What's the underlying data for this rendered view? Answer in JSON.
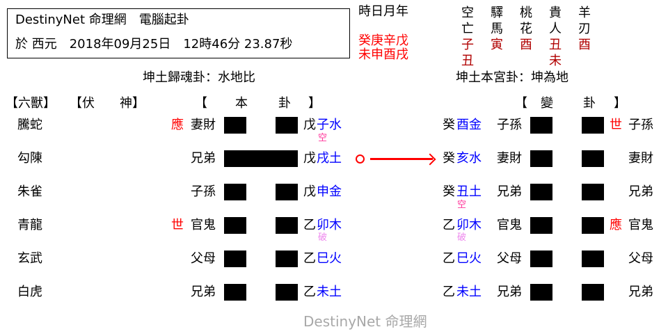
{
  "header": {
    "title": "DestinyNet 命理網　電腦起卦",
    "datetime": "於 西元　2018年09月25日　12時46分 23.87秒"
  },
  "ganzhi": {
    "label": "時日月年",
    "stems": "癸庚辛戊",
    "branches": "未申酉戌"
  },
  "shensha": {
    "columns": [
      {
        "name1": "空",
        "name2": "亡",
        "values": [
          "子",
          "丑"
        ]
      },
      {
        "name1": "驛",
        "name2": "馬",
        "values": [
          "寅"
        ]
      },
      {
        "name1": "桃",
        "name2": "花",
        "values": [
          "酉"
        ]
      },
      {
        "name1": "貴",
        "name2": "人",
        "values": [
          "丑",
          "未"
        ]
      },
      {
        "name1": "羊",
        "name2": "刃",
        "values": [
          "酉"
        ]
      }
    ]
  },
  "hexagrams": {
    "main_title": "坤土歸魂卦：水地比",
    "changed_title": "坤土本宮卦：坤為地"
  },
  "headers": {
    "six_beasts": "【六獸】",
    "fushen": "【伏　　神】",
    "main_open": "【",
    "main_ben": "本",
    "main_gua": "卦",
    "main_close": "】",
    "changed_open": "【",
    "changed_bian": "變",
    "changed_gua": "卦",
    "changed_close": "】"
  },
  "rows": [
    {
      "beast": "騰蛇",
      "marker": "應",
      "relation": "妻財",
      "yao": "yin",
      "stem": "戊",
      "branch": "子水",
      "note": "空",
      "note_type": "empty",
      "changed_stem": "癸",
      "changed_branch": "酉金",
      "changed_note": "",
      "changed_relation": "子孫",
      "changed_yao": "yin",
      "changed_marker": "世",
      "changed_rel2": "子孫",
      "moving": false
    },
    {
      "beast": "勾陳",
      "marker": "",
      "relation": "兄弟",
      "yao": "yang",
      "stem": "戊",
      "branch": "戌土",
      "note": "",
      "note_type": "",
      "changed_stem": "癸",
      "changed_branch": "亥水",
      "changed_note": "",
      "changed_relation": "妻財",
      "changed_yao": "yin",
      "changed_marker": "",
      "changed_rel2": "妻財",
      "moving": true,
      "moving_symbol": "○"
    },
    {
      "beast": "朱雀",
      "marker": "",
      "relation": "子孫",
      "yao": "yin",
      "stem": "戊",
      "branch": "申金",
      "note": "",
      "note_type": "",
      "changed_stem": "癸",
      "changed_branch": "丑土",
      "changed_note": "空",
      "changed_relation": "兄弟",
      "changed_yao": "yin",
      "changed_marker": "",
      "changed_rel2": "兄弟",
      "moving": false
    },
    {
      "beast": "青龍",
      "marker": "世",
      "relation": "官鬼",
      "yao": "yin",
      "stem": "乙",
      "branch": "卯木",
      "note": "破",
      "note_type": "broken",
      "changed_stem": "乙",
      "changed_branch": "卯木",
      "changed_note": "破",
      "changed_relation": "官鬼",
      "changed_yao": "yin",
      "changed_marker": "應",
      "changed_rel2": "官鬼",
      "moving": false
    },
    {
      "beast": "玄武",
      "marker": "",
      "relation": "父母",
      "yao": "yin",
      "stem": "乙",
      "branch": "巳火",
      "note": "",
      "note_type": "",
      "changed_stem": "乙",
      "changed_branch": "巳火",
      "changed_note": "",
      "changed_relation": "父母",
      "changed_yao": "yin",
      "changed_marker": "",
      "changed_rel2": "父母",
      "moving": false
    },
    {
      "beast": "白虎",
      "marker": "",
      "relation": "兄弟",
      "yao": "yin",
      "stem": "乙",
      "branch": "未土",
      "note": "",
      "note_type": "",
      "changed_stem": "乙",
      "changed_branch": "未土",
      "changed_note": "",
      "changed_relation": "兄弟",
      "changed_yao": "yin",
      "changed_marker": "",
      "changed_rel2": "兄弟",
      "moving": false
    }
  ],
  "footer": {
    "watermark": "DestinyNet 命理網"
  },
  "colors": {
    "red": "#ff0000",
    "dark_red": "#b00000",
    "blue": "#0000ff",
    "pink": "#ff3399",
    "light_pink": "#ee88ee",
    "grey": "#a8a8a8"
  }
}
